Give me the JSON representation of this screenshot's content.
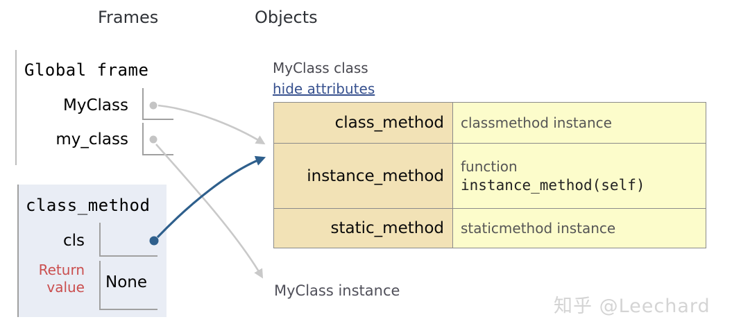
{
  "headers": {
    "frames": "Frames",
    "objects": "Objects"
  },
  "global_frame": {
    "title": "Global frame",
    "vars": [
      {
        "name": "MyClass"
      },
      {
        "name": "my_class"
      }
    ]
  },
  "function_frame": {
    "title": "class_method",
    "vars": [
      {
        "name": "cls"
      }
    ],
    "return_label": "Return value",
    "return_value": "None"
  },
  "class_object": {
    "label": "MyClass class",
    "toggle_link": "hide attributes",
    "attributes": [
      {
        "name": "class_method",
        "value": "classmethod instance"
      },
      {
        "name": "instance_method",
        "value_kind": "function",
        "value_code": "instance_method(self)"
      },
      {
        "name": "static_method",
        "value": "staticmethod instance"
      }
    ]
  },
  "instance_object": {
    "label": "MyClass instance"
  },
  "watermark": "知乎 @Leechard",
  "colors": {
    "arrow_highlight": "#2e5f8c",
    "arrow_default": "#c9c9c9",
    "attr_name_bg": "#f2e2b6",
    "attr_value_bg": "#fcfccb",
    "frame_bg": "#e9edf5",
    "link": "#36508e",
    "return_label": "#ca4e4e"
  }
}
